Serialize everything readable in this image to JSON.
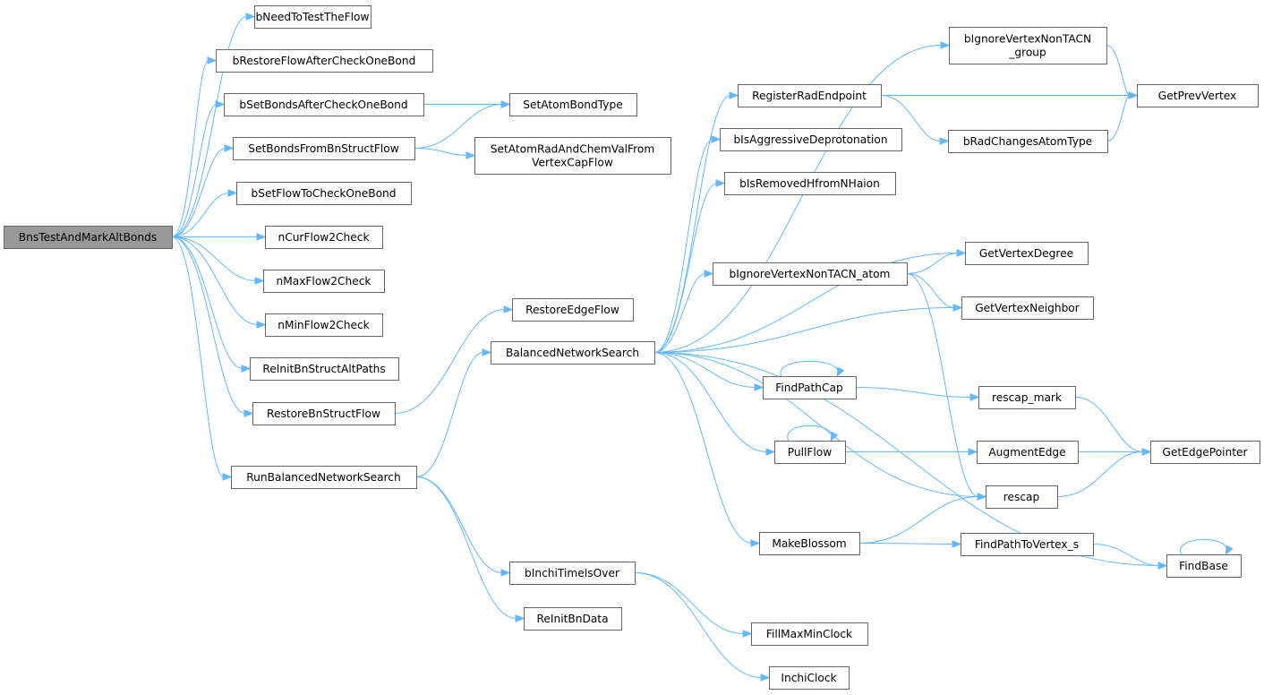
{
  "graph": {
    "edge_color": "#63b8ff",
    "root_fill": "#999999",
    "nodes": [
      {
        "id": "root",
        "lines": [
          "BnsTestAndMarkAltBonds"
        ]
      },
      {
        "id": "bNeedToTestTheFlow",
        "lines": [
          "bNeedToTestTheFlow"
        ]
      },
      {
        "id": "bRestoreFlowAfterCheckOneBond",
        "lines": [
          "bRestoreFlowAfterCheckOneBond"
        ]
      },
      {
        "id": "bSetBondsAfterCheckOneBond",
        "lines": [
          "bSetBondsAfterCheckOneBond"
        ]
      },
      {
        "id": "SetBondsFromBnStructFlow",
        "lines": [
          "SetBondsFromBnStructFlow"
        ]
      },
      {
        "id": "bSetFlowToCheckOneBond",
        "lines": [
          "bSetFlowToCheckOneBond"
        ]
      },
      {
        "id": "nCurFlow2Check",
        "lines": [
          "nCurFlow2Check"
        ]
      },
      {
        "id": "nMaxFlow2Check",
        "lines": [
          "nMaxFlow2Check"
        ]
      },
      {
        "id": "nMinFlow2Check",
        "lines": [
          "nMinFlow2Check"
        ]
      },
      {
        "id": "ReInitBnStructAltPaths",
        "lines": [
          "ReInitBnStructAltPaths"
        ]
      },
      {
        "id": "RestoreBnStructFlow",
        "lines": [
          "RestoreBnStructFlow"
        ]
      },
      {
        "id": "RunBalancedNetworkSearch",
        "lines": [
          "RunBalancedNetworkSearch"
        ]
      },
      {
        "id": "SetAtomBondType",
        "lines": [
          "SetAtomBondType"
        ]
      },
      {
        "id": "SetAtomRadAndChemValFromVertexCapFlow",
        "lines": [
          "SetAtomRadAndChemValFrom",
          "VertexCapFlow"
        ]
      },
      {
        "id": "RestoreEdgeFlow",
        "lines": [
          "RestoreEdgeFlow"
        ]
      },
      {
        "id": "BalancedNetworkSearch",
        "lines": [
          "BalancedNetworkSearch"
        ]
      },
      {
        "id": "bInchiTimeIsOver",
        "lines": [
          "bInchiTimeIsOver"
        ]
      },
      {
        "id": "ReInitBnData",
        "lines": [
          "ReInitBnData"
        ]
      },
      {
        "id": "RegisterRadEndpoint",
        "lines": [
          "RegisterRadEndpoint"
        ]
      },
      {
        "id": "bIsAggressiveDeprotonation",
        "lines": [
          "bIsAggressiveDeprotonation"
        ]
      },
      {
        "id": "bIsRemovedHfromNHaion",
        "lines": [
          "bIsRemovedHfromNHaion"
        ]
      },
      {
        "id": "bIgnoreVertexNonTACN_atom",
        "lines": [
          "bIgnoreVertexNonTACN_atom"
        ]
      },
      {
        "id": "FindPathCap",
        "lines": [
          "FindPathCap"
        ]
      },
      {
        "id": "PullFlow",
        "lines": [
          "PullFlow"
        ]
      },
      {
        "id": "MakeBlossom",
        "lines": [
          "MakeBlossom"
        ]
      },
      {
        "id": "FillMaxMinClock",
        "lines": [
          "FillMaxMinClock"
        ]
      },
      {
        "id": "InchiClock",
        "lines": [
          "InchiClock"
        ]
      },
      {
        "id": "bIgnoreVertexNonTACN_group",
        "lines": [
          "bIgnoreVertexNonTACN",
          "_group"
        ]
      },
      {
        "id": "bRadChangesAtomType",
        "lines": [
          "bRadChangesAtomType"
        ]
      },
      {
        "id": "GetVertexDegree",
        "lines": [
          "GetVertexDegree"
        ]
      },
      {
        "id": "GetVertexNeighbor",
        "lines": [
          "GetVertexNeighbor"
        ]
      },
      {
        "id": "rescap_mark",
        "lines": [
          "rescap_mark"
        ]
      },
      {
        "id": "AugmentEdge",
        "lines": [
          "AugmentEdge"
        ]
      },
      {
        "id": "rescap",
        "lines": [
          "rescap"
        ]
      },
      {
        "id": "FindPathToVertex_s",
        "lines": [
          "FindPathToVertex_s"
        ]
      },
      {
        "id": "GetPrevVertex",
        "lines": [
          "GetPrevVertex"
        ]
      },
      {
        "id": "GetEdgePointer",
        "lines": [
          "GetEdgePointer"
        ]
      },
      {
        "id": "FindBase",
        "lines": [
          "FindBase"
        ]
      }
    ],
    "edges": [
      [
        "root",
        "bNeedToTestTheFlow"
      ],
      [
        "root",
        "bRestoreFlowAfterCheckOneBond"
      ],
      [
        "root",
        "bSetBondsAfterCheckOneBond"
      ],
      [
        "root",
        "SetBondsFromBnStructFlow"
      ],
      [
        "root",
        "bSetFlowToCheckOneBond"
      ],
      [
        "root",
        "nCurFlow2Check"
      ],
      [
        "root",
        "nMaxFlow2Check"
      ],
      [
        "root",
        "nMinFlow2Check"
      ],
      [
        "root",
        "ReInitBnStructAltPaths"
      ],
      [
        "root",
        "RestoreBnStructFlow"
      ],
      [
        "root",
        "RunBalancedNetworkSearch"
      ],
      [
        "bSetBondsAfterCheckOneBond",
        "SetAtomBondType"
      ],
      [
        "SetBondsFromBnStructFlow",
        "SetAtomBondType"
      ],
      [
        "SetBondsFromBnStructFlow",
        "SetAtomRadAndChemValFromVertexCapFlow"
      ],
      [
        "RestoreBnStructFlow",
        "RestoreEdgeFlow"
      ],
      [
        "RunBalancedNetworkSearch",
        "BalancedNetworkSearch"
      ],
      [
        "RunBalancedNetworkSearch",
        "bInchiTimeIsOver"
      ],
      [
        "RunBalancedNetworkSearch",
        "ReInitBnData"
      ],
      [
        "BalancedNetworkSearch",
        "bIgnoreVertexNonTACN_group"
      ],
      [
        "BalancedNetworkSearch",
        "RegisterRadEndpoint"
      ],
      [
        "BalancedNetworkSearch",
        "bIsAggressiveDeprotonation"
      ],
      [
        "BalancedNetworkSearch",
        "bIsRemovedHfromNHaion"
      ],
      [
        "BalancedNetworkSearch",
        "GetVertexDegree"
      ],
      [
        "BalancedNetworkSearch",
        "bIgnoreVertexNonTACN_atom"
      ],
      [
        "BalancedNetworkSearch",
        "GetVertexNeighbor"
      ],
      [
        "BalancedNetworkSearch",
        "FindPathCap"
      ],
      [
        "BalancedNetworkSearch",
        "PullFlow"
      ],
      [
        "BalancedNetworkSearch",
        "rescap"
      ],
      [
        "BalancedNetworkSearch",
        "MakeBlossom"
      ],
      [
        "BalancedNetworkSearch",
        "FindBase"
      ],
      [
        "bInchiTimeIsOver",
        "FillMaxMinClock"
      ],
      [
        "bInchiTimeIsOver",
        "InchiClock"
      ],
      [
        "RegisterRadEndpoint",
        "GetPrevVertex"
      ],
      [
        "RegisterRadEndpoint",
        "bRadChangesAtomType"
      ],
      [
        "bIgnoreVertexNonTACN_group",
        "GetPrevVertex"
      ],
      [
        "bRadChangesAtomType",
        "GetPrevVertex"
      ],
      [
        "bIgnoreVertexNonTACN_atom",
        "GetVertexDegree"
      ],
      [
        "bIgnoreVertexNonTACN_atom",
        "GetVertexNeighbor"
      ],
      [
        "bIgnoreVertexNonTACN_atom",
        "rescap"
      ],
      [
        "FindPathCap",
        "FindPathCap"
      ],
      [
        "FindPathCap",
        "rescap_mark"
      ],
      [
        "PullFlow",
        "PullFlow"
      ],
      [
        "PullFlow",
        "AugmentEdge"
      ],
      [
        "MakeBlossom",
        "rescap"
      ],
      [
        "MakeBlossom",
        "FindPathToVertex_s"
      ],
      [
        "rescap_mark",
        "GetEdgePointer"
      ],
      [
        "AugmentEdge",
        "GetEdgePointer"
      ],
      [
        "rescap",
        "GetEdgePointer"
      ],
      [
        "FindPathToVertex_s",
        "FindBase"
      ],
      [
        "FindBase",
        "FindBase"
      ]
    ]
  }
}
